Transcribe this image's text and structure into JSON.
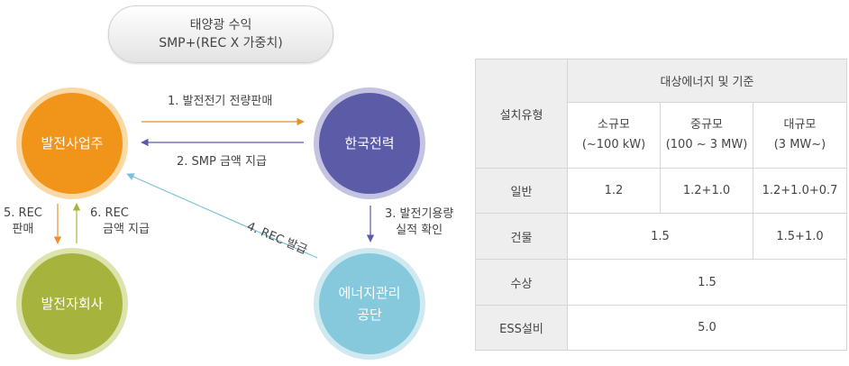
{
  "diagram": {
    "pill": {
      "line1": "태양광 수익",
      "line2": "SMP+(REC X 가중치)"
    },
    "nodes": {
      "generator": "발전사업주",
      "kepco": "한국전력",
      "subsidiary": "발전자회사",
      "agency_line1": "에너지관리",
      "agency_line2": "공단"
    },
    "flows": {
      "f1": "1. 발전전기 전량판매",
      "f2": "2. SMP 금액 지급",
      "f3_line1": "3. 발전기용량",
      "f3_line2": "실적 확인",
      "f4": "4. REC 발급",
      "f5_line1": "5. REC",
      "f5_line2": "판매",
      "f6_line1": "6. REC",
      "f6_line2": "금액 지급"
    },
    "colors": {
      "generator": "#f0951a",
      "kepco": "#5b5ba8",
      "subsidiary": "#a6b43d",
      "agency": "#86c9dc",
      "arrow_orange": "#e8912a",
      "arrow_purple": "#5b5ba8",
      "arrow_blue": "#7cc0d8",
      "arrow_green": "#a6b43d"
    }
  },
  "table": {
    "header": {
      "type_label": "설치유형",
      "group_label": "대상에너지 및 기준",
      "cols": [
        {
          "name": "소규모",
          "range": "(~100 kW)"
        },
        {
          "name": "중규모",
          "range": "(100 ~ 3 MW)"
        },
        {
          "name": "대규모",
          "range": "(3 MW~)"
        }
      ]
    },
    "rows": [
      {
        "type": "일반",
        "cells": [
          "1.2",
          "1.2+1.0",
          "1.2+1.0+0.7"
        ]
      },
      {
        "type": "건물",
        "cells": [
          "1.5",
          "1.5+1.0"
        ]
      },
      {
        "type": "수상",
        "cells": [
          "1.5"
        ]
      },
      {
        "type": "ESS설비",
        "cells": [
          "5.0"
        ]
      }
    ]
  }
}
